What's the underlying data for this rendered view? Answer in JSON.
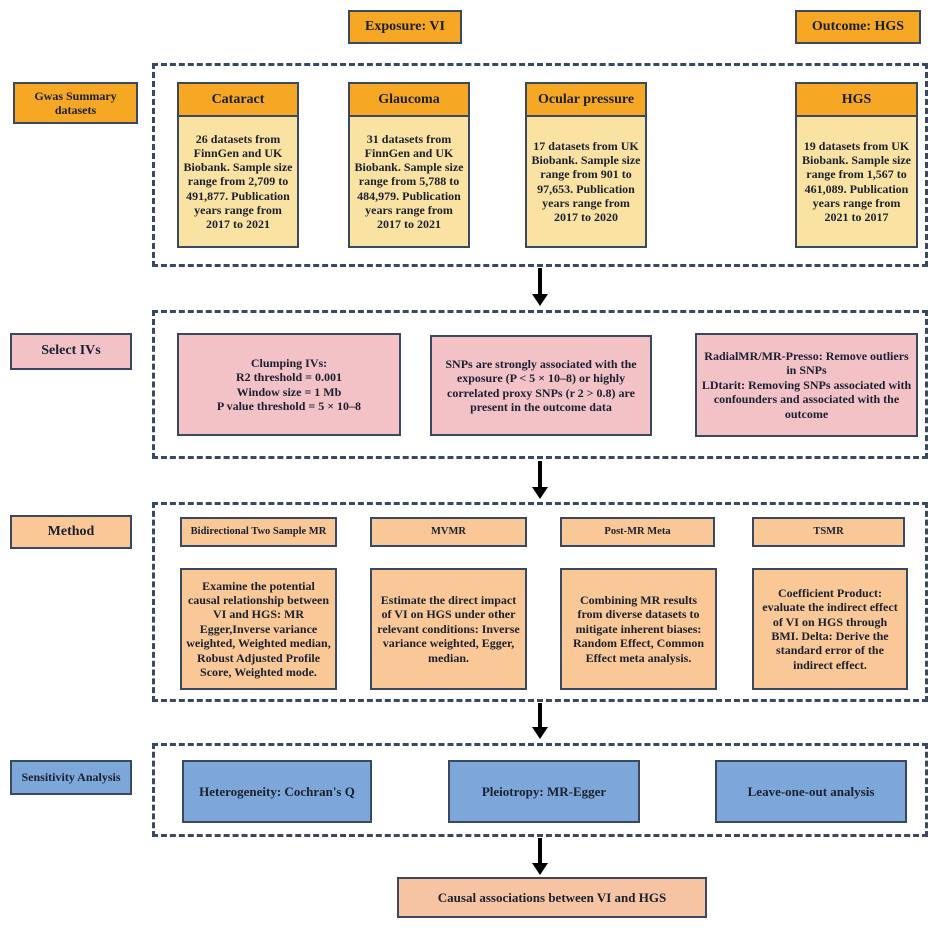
{
  "top": {
    "exposure": "Exposure: VI",
    "outcome": "Outcome: HGS"
  },
  "gwas": {
    "label": "Gwas Summary\ndatasets",
    "datasets": [
      {
        "title": "Cataract",
        "body": "26 datasets from FinnGen and UK Biobank. Sample size range from 2,709 to 491,877. Publication years range from 2017 to 2021"
      },
      {
        "title": "Glaucoma",
        "body": "31 datasets from FinnGen and UK Biobank. Sample size range from 5,788 to 484,979. Publication years range from 2017 to 2021"
      },
      {
        "title": "Ocular pressure",
        "body": "17 datasets from UK Biobank. Sample size range from 901 to 97,653. Publication years range from 2017 to 2020"
      },
      {
        "title": "HGS",
        "body": "19 datasets from UK Biobank. Sample size range from 1,567 to 461,089. Publication years range from 2021 to 2017"
      }
    ]
  },
  "select_ivs": {
    "label": "Select IVs",
    "boxes": [
      "Clumping IVs:\nR2 threshold = 0.001\nWindow size = 1 Mb\nP value threshold = 5 × 10–8",
      "SNPs are strongly associated with the exposure (P < 5 × 10–8) or highly correlated proxy SNPs (r 2 > 0.8) are present in the outcome data",
      "RadialMR/MR-Presso: Remove outliers in SNPs\nLDtarit: Removing SNPs associated with confounders and associated with the outcome"
    ]
  },
  "method": {
    "label": "Method",
    "columns": [
      {
        "header": "Bidirectional Two Sample MR",
        "body": "Examine the potential causal relationship between VI and HGS: MR Egger,Inverse variance weighted, Weighted median, Robust Adjusted Profile Score, Weighted mode."
      },
      {
        "header": "MVMR",
        "body": "Estimate the direct impact of VI on HGS under other relevant conditions: Inverse variance weighted, Egger, median."
      },
      {
        "header": "Post-MR Meta",
        "body": "Combining MR results from diverse datasets to mitigate inherent biases: Random Effect, Common Effect meta analysis."
      },
      {
        "header": "TSMR",
        "body": "Coefficient Product: evaluate the indirect effect of VI on HGS through BMI. Delta: Derive the standard error of the indirect effect."
      }
    ]
  },
  "sensitivity": {
    "label": "Sensitivity Analysis",
    "boxes": [
      "Heterogeneity: Cochran's Q",
      "Pleiotropy: MR-Egger",
      "Leave-one-out analysis"
    ]
  },
  "result": {
    "label": "Causal associations between VI and HGS"
  },
  "colors": {
    "orange": "#F6A723",
    "light_yellow": "#FAE3A2",
    "pink": "#F3C2C7",
    "peach": "#F9C896",
    "salmon": "#F6C4A2",
    "blue": "#7DA7D8",
    "border": "#3A4962",
    "arrow": "#000000"
  }
}
